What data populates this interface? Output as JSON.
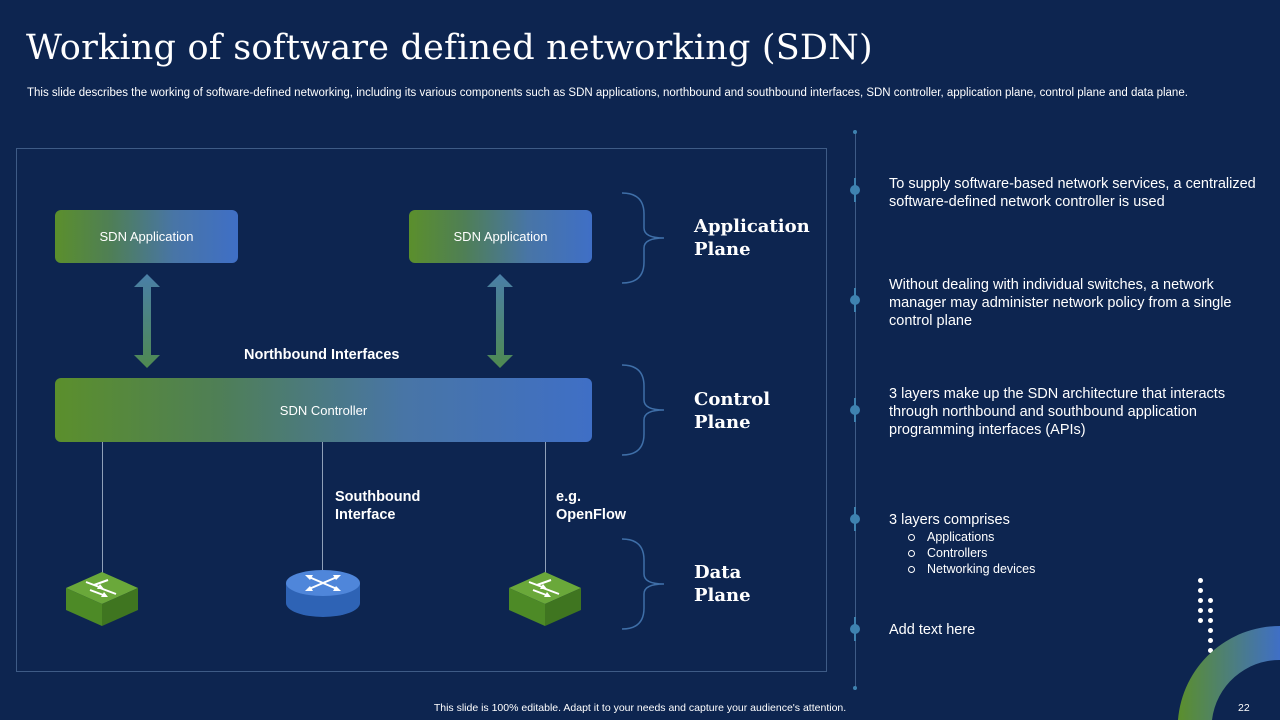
{
  "slide": {
    "title": "Working of software defined networking (SDN)",
    "subtitle": "This slide describes the working of software-defined networking, including its various components such as SDN applications, northbound and southbound interfaces, SDN controller, application plane, control plane and data plane.",
    "footer": "This slide is 100% editable. Adapt it to your needs and capture your audience's attention.",
    "page_number": "22"
  },
  "diagram": {
    "app_left": "SDN Application",
    "app_right": "SDN Application",
    "northbound": "Northbound Interfaces",
    "controller": "SDN Controller",
    "southbound_line1": "Southbound",
    "southbound_line2": "Interface",
    "openflow_line1": "e.g.",
    "openflow_line2": "OpenFlow",
    "planes": {
      "application_line1": "Application",
      "application_line2": "Plane",
      "control_line1": "Control",
      "control_line2": "Plane",
      "data_line1": "Data",
      "data_line2": "Plane"
    },
    "devices": [
      "switch-icon",
      "router-icon",
      "switch-icon"
    ]
  },
  "points": [
    "To supply software-based network services, a centralized software-defined network controller is used",
    "Without dealing with individual  switches, a network manager may administer network policy from a single control plane",
    "3 layers make up the SDN architecture that interacts through northbound and southbound application programming interfaces (APIs)",
    "3 layers comprises",
    "Add text here"
  ],
  "layers": [
    "Applications",
    "Controllers",
    "Networking devices"
  ],
  "colors": {
    "background": "#0d2550",
    "gradient_green": "#5b8f2c",
    "gradient_blue": "#3f6fc6",
    "timeline": "#3e82b0"
  }
}
